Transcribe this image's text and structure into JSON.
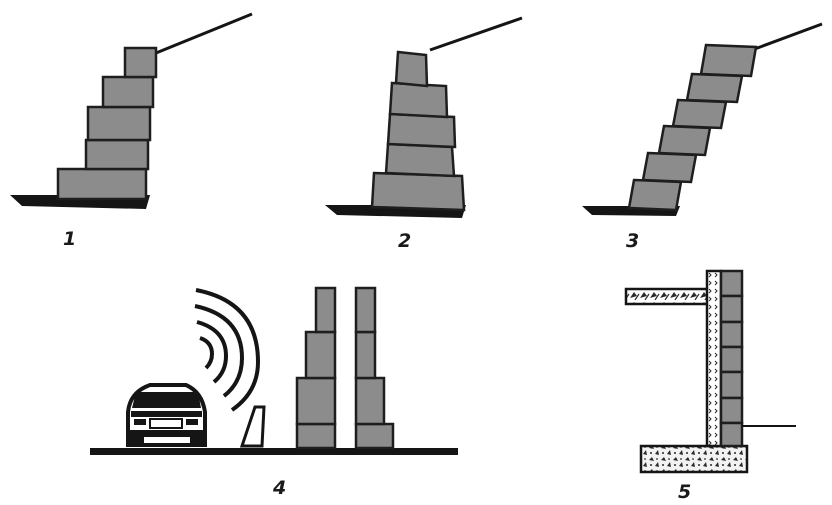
{
  "figure": {
    "labels": [
      "1",
      "2",
      "3",
      "4",
      "5"
    ]
  },
  "colors": {
    "block": "#8c8c8c",
    "stroke": "#1e1e1e",
    "ground": "#151515",
    "background": "#ffffff"
  },
  "icons": [
    "car-icon",
    "sound-wave-icon"
  ]
}
